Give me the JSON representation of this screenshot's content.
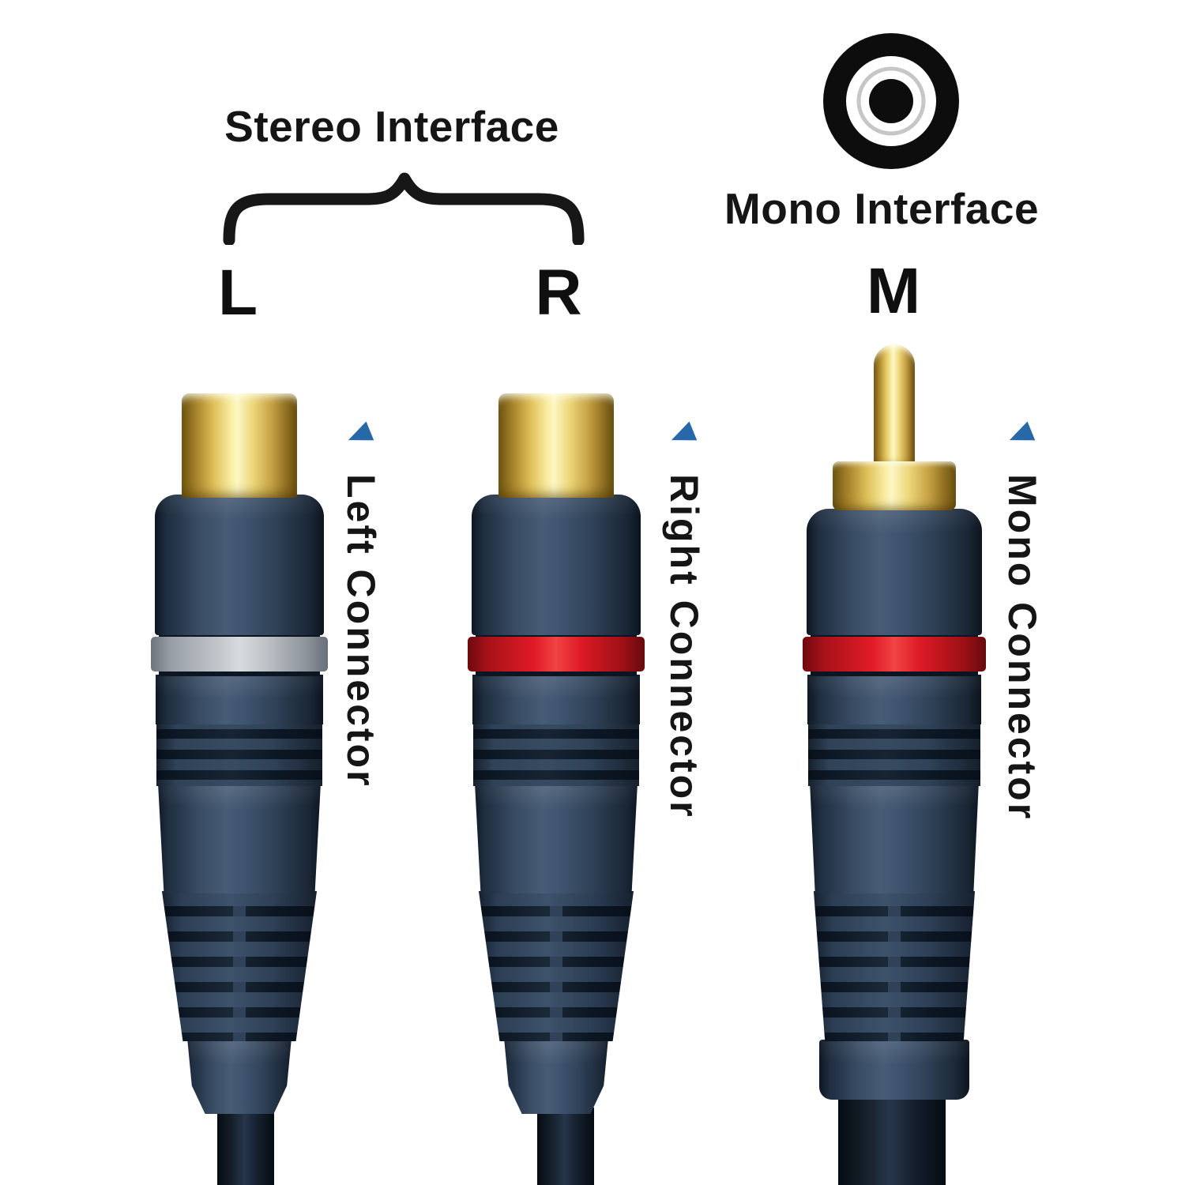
{
  "header": {
    "stereo_label": "Stereo Interface",
    "mono_label": "Mono Interface"
  },
  "connectors": [
    {
      "channel": "L",
      "label": "Left Connector",
      "ring_color": "#c9ccd1",
      "plug": "gold female RCA jack"
    },
    {
      "channel": "R",
      "label": "Right Connector",
      "ring_color": "#dd1b26",
      "plug": "gold female RCA jack"
    },
    {
      "channel": "M",
      "label": "Mono Connector",
      "ring_color": "#dd1b26",
      "plug": "gold male RCA plug"
    }
  ],
  "icons": {
    "mono_interface": "rca-jack-icon",
    "pointer": "left-triangle-pointer-icon",
    "stereo_brace": "curly-brace-icon"
  },
  "colors": {
    "background": "#ffffff",
    "text": "#151515",
    "body_navy": "#34465c",
    "gold": "#ecd678",
    "ring_red": "#dd1b26",
    "ring_gray": "#c9ccd1",
    "pointer_blue": "#2769a8"
  }
}
